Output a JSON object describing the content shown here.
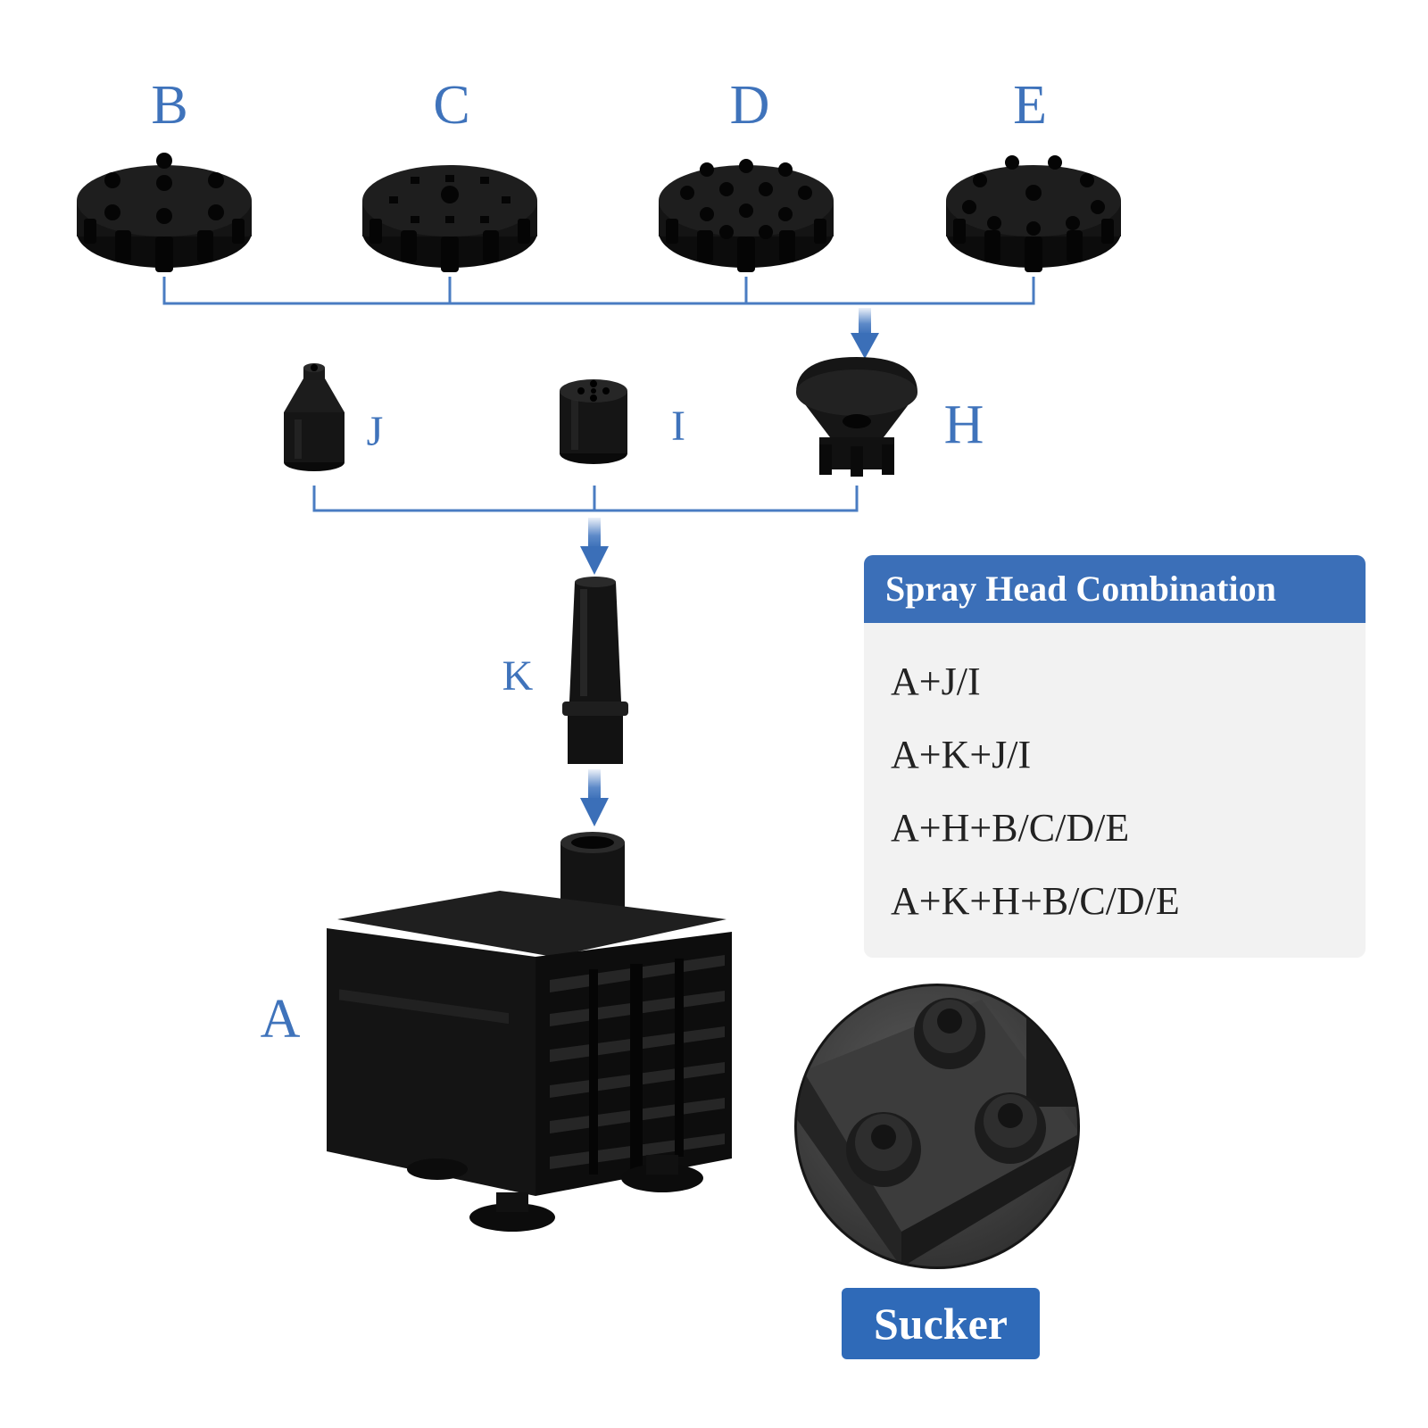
{
  "labels": {
    "b": "B",
    "c": "C",
    "d": "D",
    "e": "E",
    "j": "J",
    "i": "I",
    "h": "H",
    "k": "K",
    "a": "A"
  },
  "combination_panel": {
    "title": "Spray Head Combination",
    "items": [
      "A+J/I",
      "A+K+J/I",
      "A+H+B/C/D/E",
      "A+K+H+B/C/D/E"
    ]
  },
  "sucker_label": "Sucker",
  "colors": {
    "accent_blue": "#3b6fb8",
    "label_blue": "#3f73bb",
    "connector_blue": "#4a7cc2",
    "part_black": "#111111",
    "panel_bg": "#f2f2f2"
  }
}
